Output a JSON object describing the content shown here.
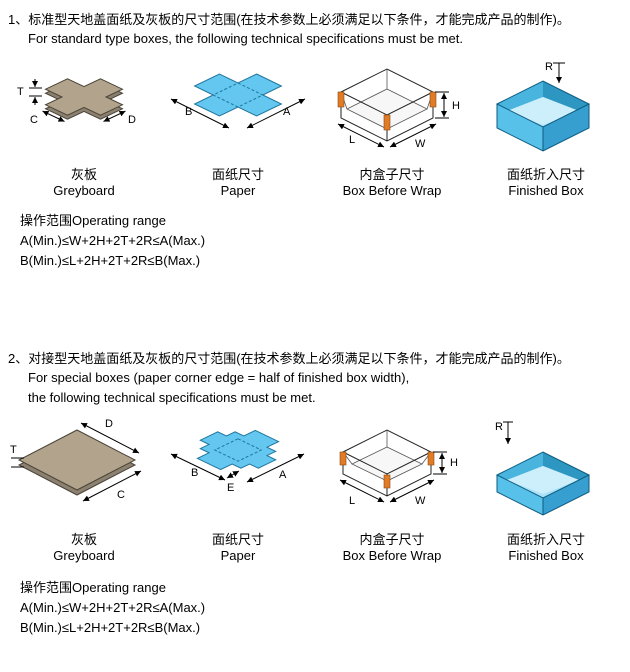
{
  "colors": {
    "greyboard": "#b2a38c",
    "greyboard_shadow": "#8c8170",
    "paper": "#63c7ef",
    "corner_tab": "#e07b28"
  },
  "sections": [
    {
      "title": "1、标准型天地盖面纸及灰板的尺寸范围(在技术参数上必须满足以下条件，才能完成产品的制作)。",
      "subtitle_lines": [
        "For standard type boxes, the following technical specifications must be met."
      ],
      "diagrams": [
        {
          "label_cn": "灰板",
          "label_en": "Greyboard",
          "dims": {
            "t": "T",
            "c": "C",
            "d": "D"
          }
        },
        {
          "label_cn": "面纸尺寸",
          "label_en": "Paper",
          "dims": {
            "b": "B",
            "a": "A"
          }
        },
        {
          "label_cn": "内盒子尺寸",
          "label_en": "Box Before Wrap",
          "dims": {
            "l": "L",
            "w": "W",
            "h": "H"
          }
        },
        {
          "label_cn": "面纸折入尺寸",
          "label_en": "Finished Box",
          "dims": {
            "r": "R"
          }
        }
      ],
      "operating_range": {
        "title": "操作范围Operating range",
        "formulas": [
          "A(Min.)≤W+2H+2T+2R≤A(Max.)",
          "B(Min.)≤L+2H+2T+2R≤B(Max.)"
        ]
      }
    },
    {
      "title": "2、对接型天地盖面纸及灰板的尺寸范围(在技术参数上必须满足以下条件，才能完成产品的制作)。",
      "subtitle_lines": [
        "For special boxes (paper corner edge = half of finished box width),",
        "the following technical specifications must be met."
      ],
      "diagrams": [
        {
          "label_cn": "灰板",
          "label_en": "Greyboard",
          "dims": {
            "t": "T",
            "c": "C",
            "d": "D"
          }
        },
        {
          "label_cn": "面纸尺寸",
          "label_en": "Paper",
          "dims": {
            "b": "B",
            "e": "E",
            "a": "A"
          }
        },
        {
          "label_cn": "内盒子尺寸",
          "label_en": "Box Before Wrap",
          "dims": {
            "l": "L",
            "w": "W",
            "h": "H"
          }
        },
        {
          "label_cn": "面纸折入尺寸",
          "label_en": "Finished Box",
          "dims": {
            "r": "R"
          }
        }
      ],
      "operating_range": {
        "title": "操作范围Operating range",
        "formulas": [
          "A(Min.)≤W+2H+2T+2R≤A(Max.)",
          "B(Min.)≤L+2H+2T+2R≤B(Max.)"
        ]
      }
    }
  ]
}
